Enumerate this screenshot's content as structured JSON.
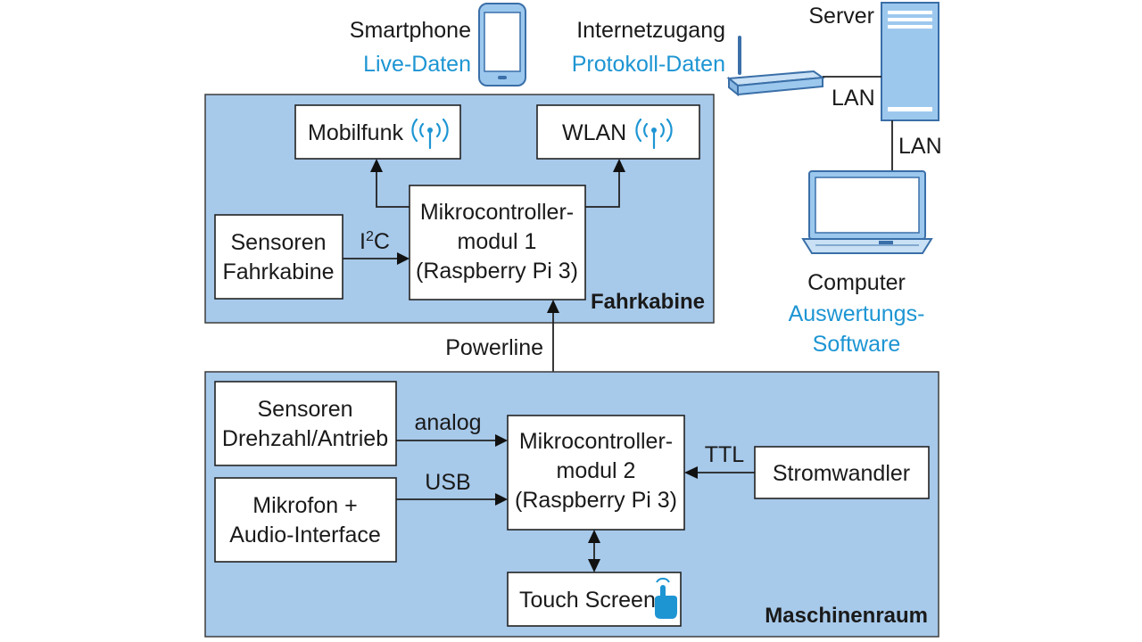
{
  "devices": {
    "smartphone": {
      "title": "Smartphone",
      "subtitle": "Live-Daten"
    },
    "internet": {
      "title": "Internetzugang",
      "subtitle": "Protokoll-Daten"
    },
    "server": {
      "title": "Server"
    },
    "computer": {
      "title": "Computer",
      "subtitle_line1": "Auswertungs-",
      "subtitle_line2": "Software"
    }
  },
  "links": {
    "lan_router_server": "LAN",
    "lan_server_computer": "LAN",
    "i2c_prefix": "I",
    "i2c_sup": "2",
    "i2c_suffix": "C",
    "powerline": "Powerline",
    "analog": "analog",
    "usb": "USB",
    "ttl": "TTL"
  },
  "fahrkabine": {
    "label": "Fahrkabine",
    "mobilfunk": "Mobilfunk",
    "wlan": "WLAN",
    "sensors_line1": "Sensoren",
    "sensors_line2": "Fahrkabine",
    "mcu_line1": "Mikrocontroller-",
    "mcu_line2": "modul 1",
    "mcu_line3": "(Raspberry Pi 3)"
  },
  "maschinenraum": {
    "label": "Maschinenraum",
    "sensors_line1": "Sensoren",
    "sensors_line2": "Drehzahl/Antrieb",
    "mic_line1": "Mikrofon +",
    "mic_line2": "Audio-Interface",
    "mcu_line1": "Mikrocontroller-",
    "mcu_line2": "modul 2",
    "mcu_line3": "(Raspberry Pi 3)",
    "stromwandler": "Stromwandler",
    "touch": "Touch Screen"
  },
  "colors": {
    "region": "#a7c9ea",
    "accent": "#1d95d3",
    "device": "#9dc8ee"
  },
  "icons": [
    "smartphone-icon",
    "router-icon",
    "server-icon",
    "laptop-icon",
    "signal-icon",
    "touch-hand-icon"
  ]
}
